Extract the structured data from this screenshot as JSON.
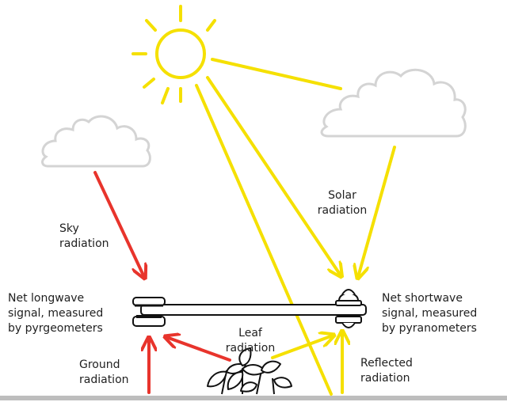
{
  "labels": {
    "solar": [
      "Solar",
      "radiation"
    ],
    "sky": [
      "Sky",
      "radiation"
    ],
    "longwave": [
      "Net longwave",
      "signal, measured",
      "by pyrgeometers"
    ],
    "shortwave": [
      "Net shortwave",
      "signal, measured",
      "by pyranometers"
    ],
    "leaf": [
      "Leaf",
      "radiation"
    ],
    "ground": [
      "Ground",
      "radiation"
    ],
    "reflected": [
      "Reflected",
      "radiation"
    ]
  },
  "colors": {
    "solar": "#f5e000",
    "longwave": "#e8342c",
    "outline": "#111111",
    "cloud": "#d4d4d4",
    "ground": "#bdbdbd",
    "text": "#1f1f1f"
  },
  "icons": [
    "sun-icon",
    "cloud-icon",
    "plant-icon",
    "pyrgeometer-icon",
    "pyranometer-icon"
  ]
}
